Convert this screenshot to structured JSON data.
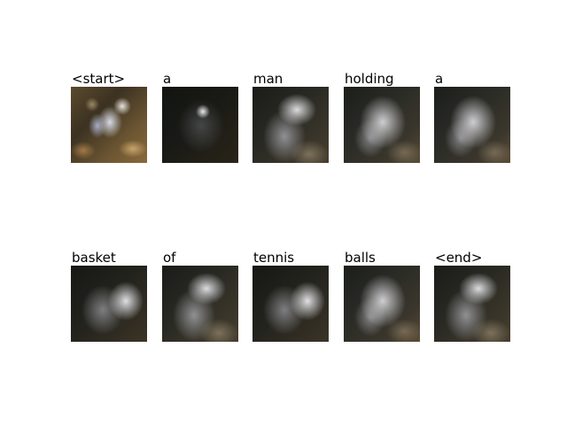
{
  "tokens": [
    "<start>",
    "a",
    "man",
    "holding",
    "a",
    "basket",
    "of",
    "tennis",
    "balls",
    "<end>"
  ]
}
